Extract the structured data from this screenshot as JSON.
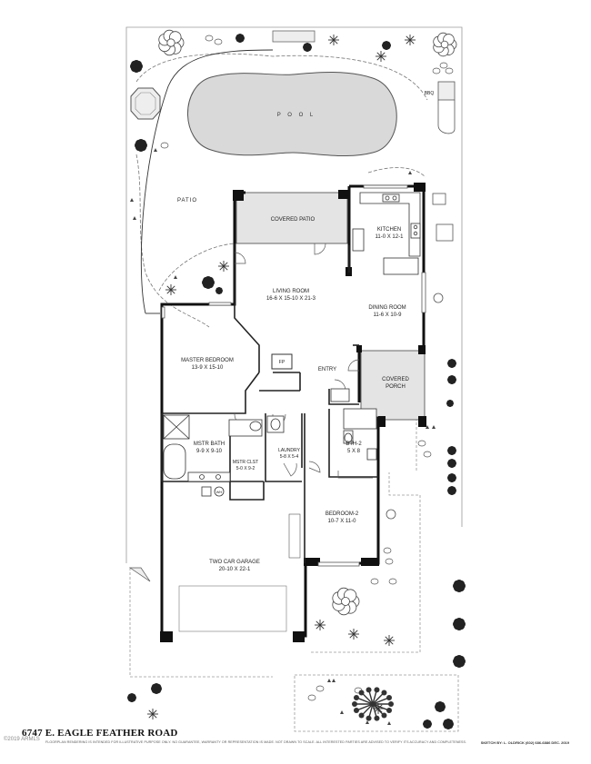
{
  "rooms": {
    "pool": "P O O L",
    "patio": "PATIO",
    "bbq": "BBQ",
    "covered_patio": "COVERED PATIO",
    "kitchen": {
      "name": "KITCHEN",
      "dims": "11-0 X 12-1"
    },
    "living_room": {
      "name": "LIVING ROOM",
      "dims": "16-6 X 15-10 X 21-3"
    },
    "dining_room": {
      "name": "DINING ROOM",
      "dims": "11-6 X 10-9"
    },
    "master_bedroom": {
      "name": "MASTER BEDROOM",
      "dims": "13-9 X 15-10"
    },
    "fireplace": "FP",
    "entry": "ENTRY",
    "covered_porch": {
      "line1": "COVERED",
      "line2": "PORCH"
    },
    "master_bath": {
      "name": "MSTR BATH",
      "dims": "9-9 X 9-10"
    },
    "master_closet": {
      "name": "MSTR CLST",
      "dims": "5-0 X 9-2"
    },
    "laundry": {
      "name": "LAUNDRY",
      "dims": "5-8 X 5-4"
    },
    "bath2": {
      "name": "BTH-2",
      "dims": "5 X 8"
    },
    "bedroom2": {
      "name": "BEDROOM-2",
      "dims": "10-7 X 11-0"
    },
    "garage": {
      "name": "TWO CAR GARAGE",
      "dims": "20-10 X 22-1"
    },
    "water_heater": "WH"
  },
  "footer": {
    "address": "6747 E. EAGLE FEATHER ROAD",
    "copyright": "©2019 ARMLS",
    "disclaimer": "FLOORPLAN RENDERING IS INTENDED FOR ILLUSTRATIVE PURPOSE ONLY. NO GUARANTEE, WARRANTY OR REPRESENTATION IS MADE. NOT DRAWN TO SCALE. ALL INTERESTED PARTIES ARE ADVISED TO VERIFY ITS ACCURACY AND COMPLETENESS.",
    "sketch_by": "SKETCH BY: L. OLDRICK (602) 686-6886 DEC. 2019"
  },
  "colors": {
    "wall": "#111111",
    "covered": "#e4e4e4",
    "pool": "#d9d9d9",
    "lot_line": "#9a9a9a"
  }
}
